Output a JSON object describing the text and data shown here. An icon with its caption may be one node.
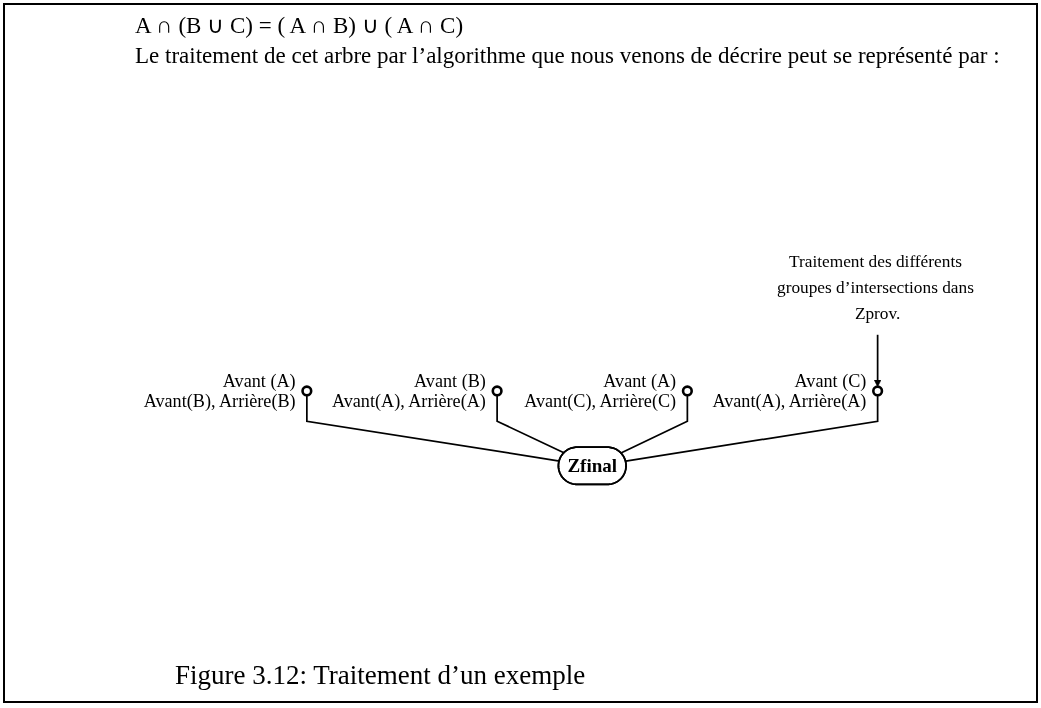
{
  "diagram": {
    "caption": "Figure 3.12: Traitement d’un exemple",
    "nodes": [
      {
        "text": [],
        "shape": "circle",
        "beside": [
          "Avant (A)",
          "Avant(B), Arrière(B)"
        ]
      },
      {
        "text": [],
        "shape": "circle",
        "beside": [
          "Avant (B)",
          "Avant(A), Arrière(A)"
        ]
      },
      {
        "text": [],
        "shape": "circle",
        "beside": [
          "Avant (A)",
          "Avant(C), Arrière(C)"
        ]
      },
      {
        "text": [],
        "shape": "circle",
        "beside": [
          "Avant (C)",
          "Avant(A), Arrière(A)"
        ]
      },
      {
        "text": [
          "Zfinal"
        ]
      },
      {
        "text": [
          "Traitement des différents groupes d’intersections dans Zprov."
        ]
      }
    ],
    "edges": [
      {
        "from": 0,
        "to": 4,
        "arrow": "none"
      },
      {
        "from": 1,
        "to": 4,
        "arrow": "none"
      },
      {
        "from": 2,
        "to": 4,
        "arrow": "none"
      },
      {
        "from": 3,
        "to": 4,
        "arrow": "none"
      },
      {
        "from": 5,
        "to": 3,
        "arrow": "to"
      }
    ],
    "labels": [
      "A ∩ (B ∪ C) = ( A ∩ B) ∪ ( A ∩ C)",
      "Le traitement de cet arbre par l’algorithme que nous venons de décrire peut se représenté par :"
    ]
  }
}
